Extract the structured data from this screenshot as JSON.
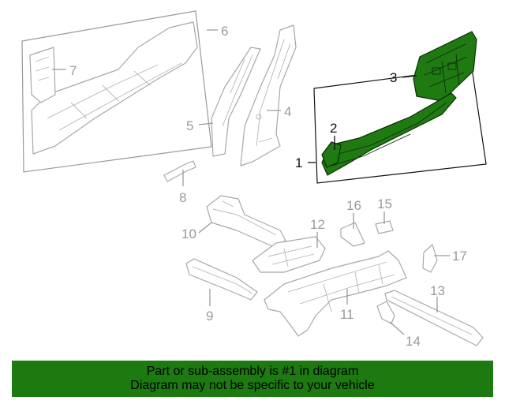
{
  "callouts": {
    "c1": "1",
    "c2": "2",
    "c3": "3",
    "c4": "4",
    "c5": "5",
    "c6": "6",
    "c7": "7",
    "c8": "8",
    "c9": "9",
    "c10": "10",
    "c11": "11",
    "c12": "12",
    "c13": "13",
    "c14": "14",
    "c15": "15",
    "c16": "16",
    "c17": "17"
  },
  "banner": {
    "line1": "Part or sub-assembly is #1 in diagram",
    "line2": "Diagram may not be specific to your vehicle"
  },
  "colors": {
    "highlight_green": "#1f7a12",
    "banner_green": "#1c7a10",
    "line_gray": "#9a9a9a"
  }
}
